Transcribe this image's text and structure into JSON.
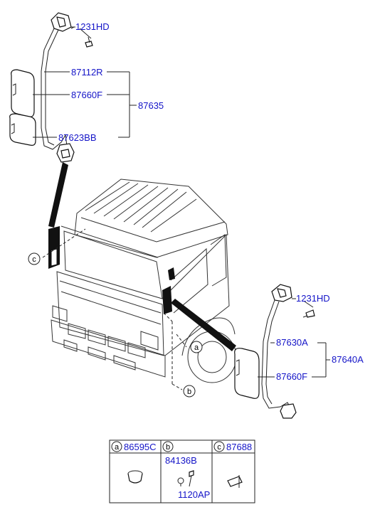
{
  "labels": {
    "bolt_top": "1231HD",
    "arm_upper_left": "87112R",
    "mirror_left": "87660F",
    "assembly_left": "87635",
    "lower_mirror_left": "87623BB",
    "bolt_right": "1231HD",
    "arm_right": "87630A",
    "assembly_right": "87640A",
    "mirror_right": "87660F"
  },
  "callouts": {
    "a": "a",
    "b": "b",
    "c": "c"
  },
  "table": {
    "col_a_letter": "a",
    "col_a_part": "86595C",
    "col_b_letter": "b",
    "col_b_part_1": "84136B",
    "col_b_part_2": "1120AP",
    "col_c_letter": "c",
    "col_c_part": "87688"
  }
}
